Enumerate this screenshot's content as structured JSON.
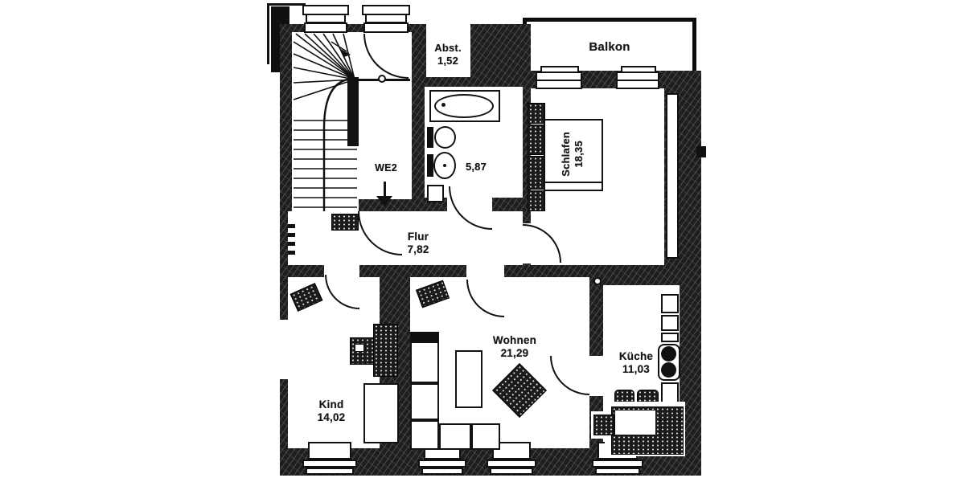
{
  "title": "Wohnung Grundriss WE2",
  "colors": {
    "ink": "#1a1a1a",
    "paper": "#ffffff"
  },
  "rooms": {
    "balkon": {
      "label": "Balkon"
    },
    "abstellraum": {
      "label": "Abst.",
      "area": "1,52"
    },
    "we2": {
      "label": "WE2"
    },
    "bad": {
      "area": "5,87"
    },
    "schlafen": {
      "label": "Schlafen",
      "area": "18,35"
    },
    "flur": {
      "label": "Flur",
      "area": "7,82"
    },
    "wohnen": {
      "label": "Wohnen",
      "area": "21,29"
    },
    "kueche": {
      "label": "Küche",
      "area": "11,03"
    },
    "kind": {
      "label": "Kind",
      "area": "14,02"
    }
  },
  "fixtures": {
    "treppenhaus": [
      "winder-staircase-icon",
      "direction-arrow-icon"
    ],
    "bad": [
      "bathtub-icon",
      "toilet-icon",
      "sink-icon",
      "washer-icon"
    ],
    "schlafen": [
      "double-bed-icon",
      "nightstand-icon",
      "wardrobe-niche-icon"
    ],
    "wohnen": [
      "corner-sofa-icon",
      "coffee-table-icon",
      "dining-diamond-table-icon",
      "stereo-icon"
    ],
    "kueche": [
      "kitchen-counter-icon",
      "stove-sink-icon",
      "kitchen-table-icon",
      "chair-icon"
    ],
    "kind": [
      "desk-icon",
      "chair-icon",
      "wardrobe-icon",
      "bed-icon"
    ],
    "flur": [
      "doormat-icon",
      "radiator-icon",
      "entrance-arrow-icon"
    ]
  }
}
